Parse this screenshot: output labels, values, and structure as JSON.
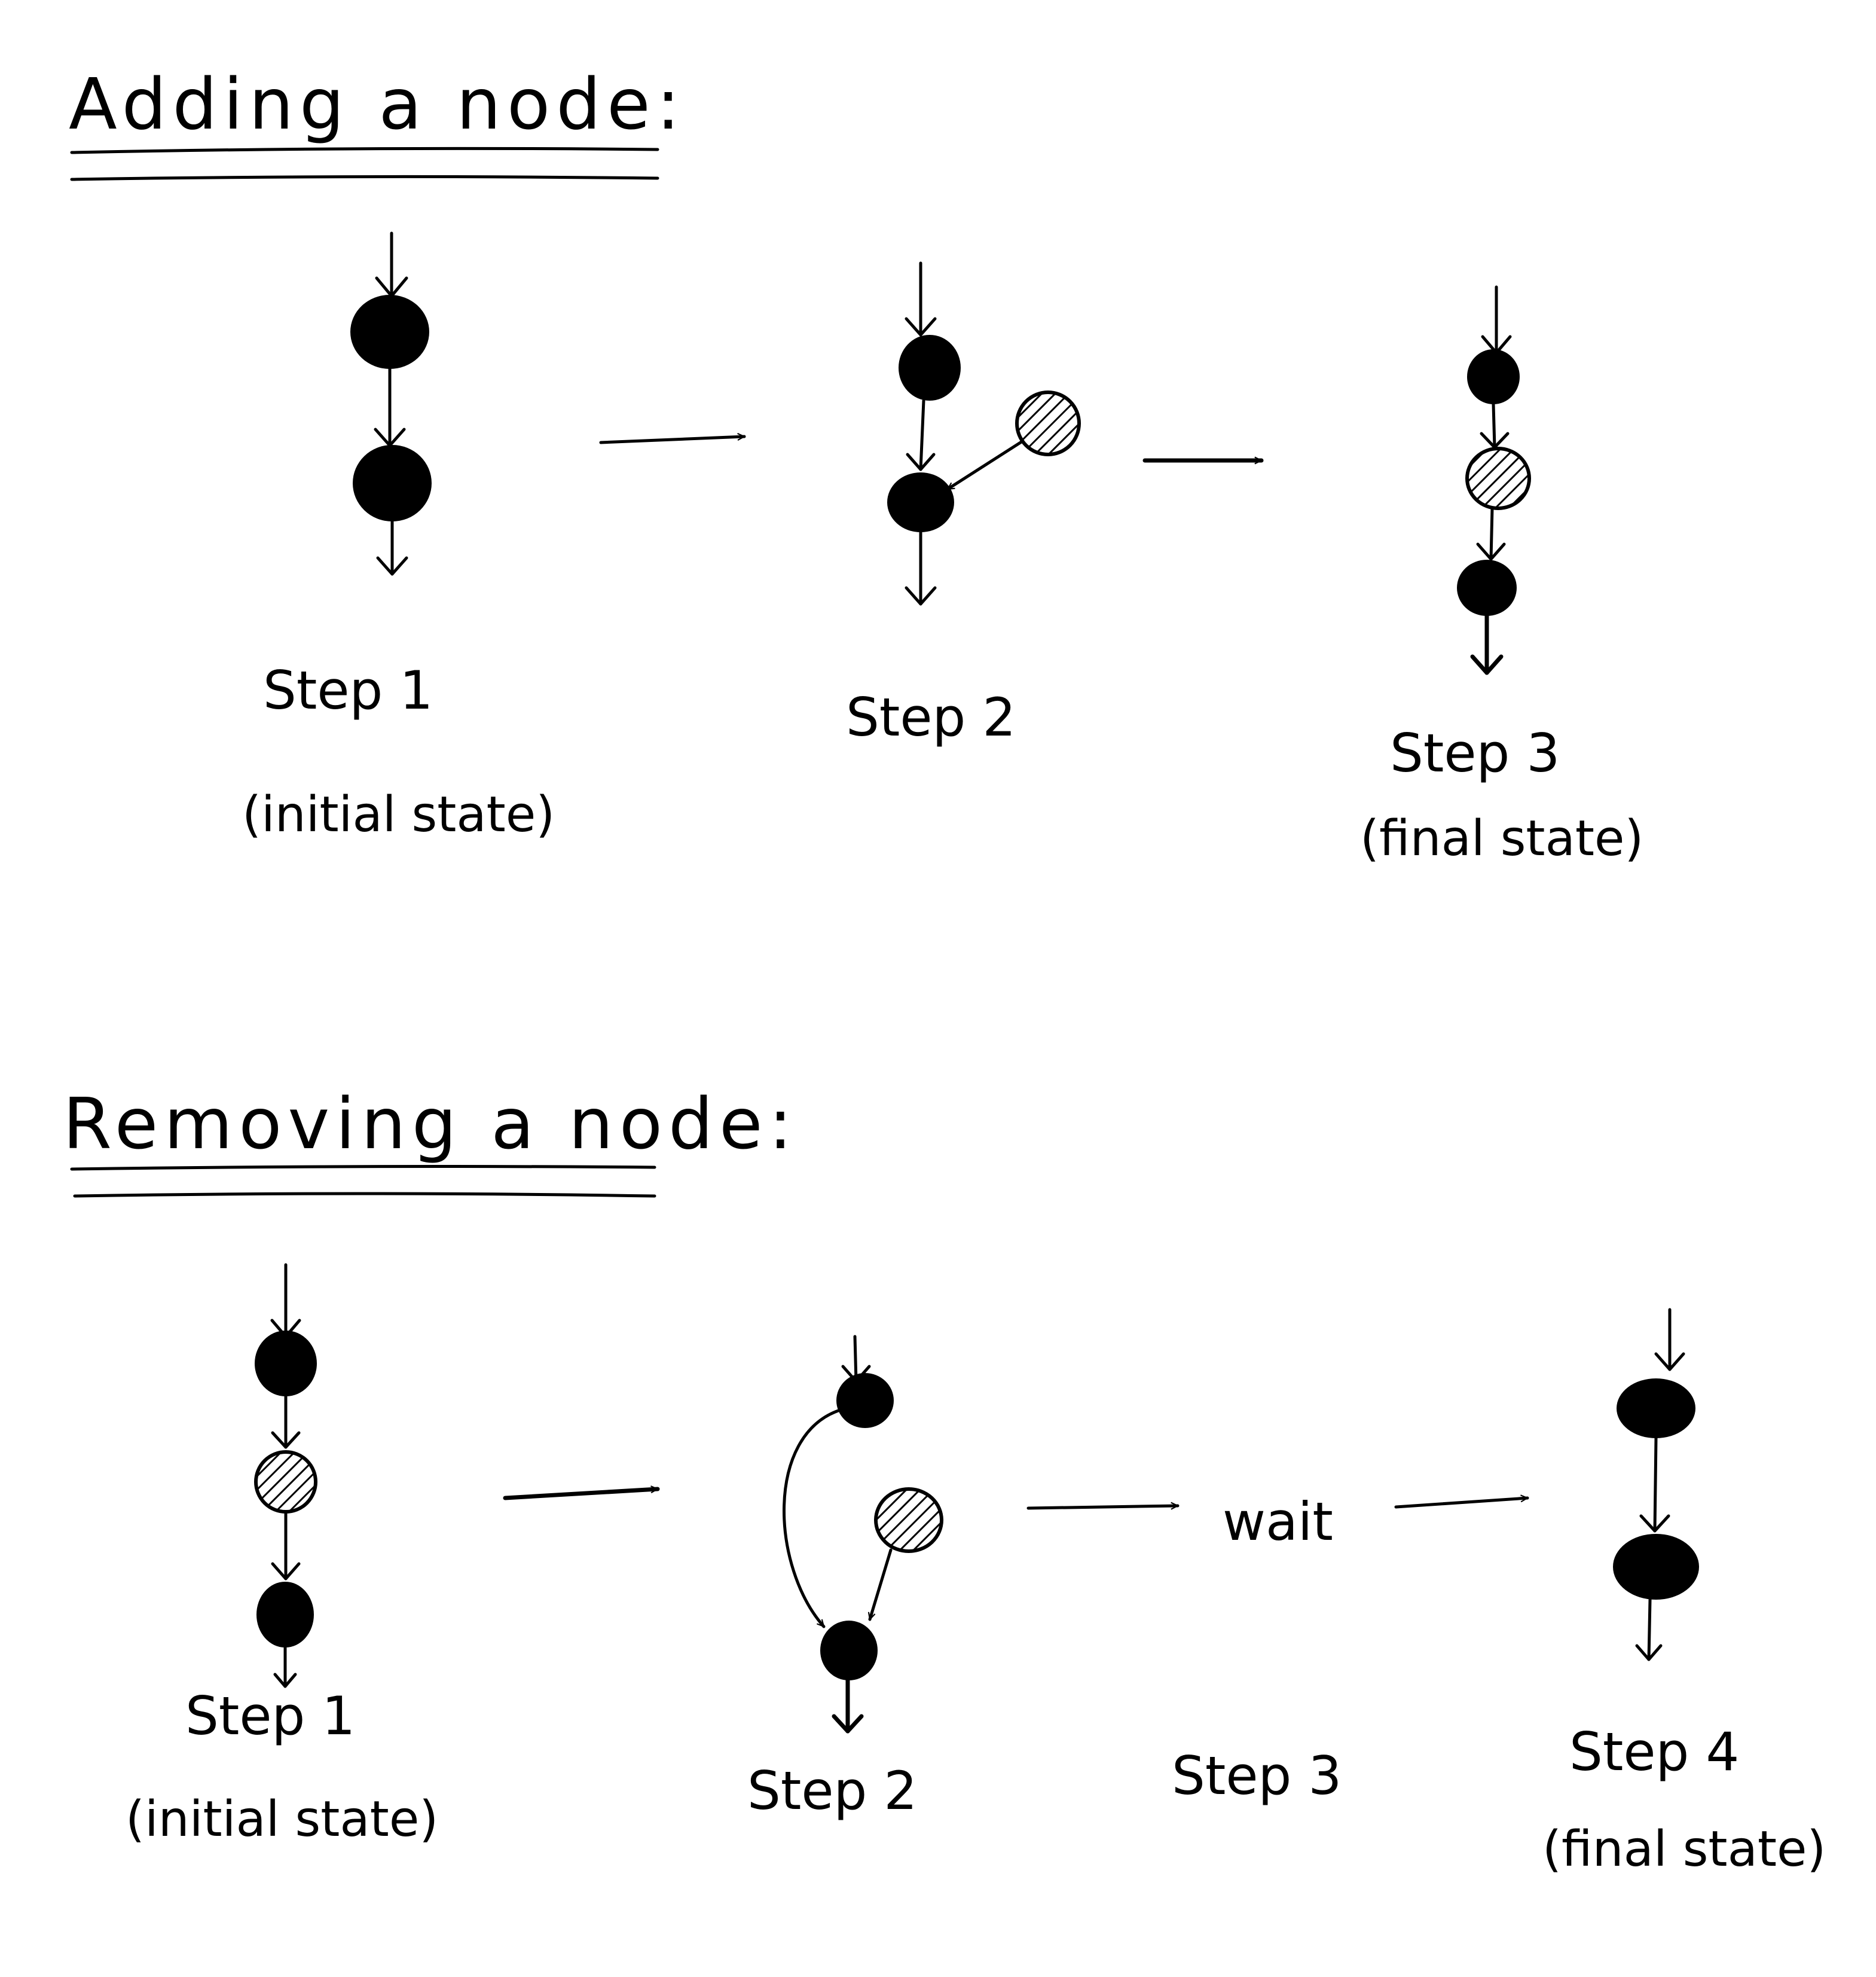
{
  "colors": {
    "ink": "#000000",
    "paper": "#ffffff"
  },
  "sections": {
    "adding": {
      "title": "Adding a node:",
      "steps": [
        {
          "label": "Step 1",
          "note": "(initial state)"
        },
        {
          "label": "Step 2",
          "note": ""
        },
        {
          "label": "Step 3",
          "note": "(final state)"
        }
      ]
    },
    "removing": {
      "title": "Removing a node:",
      "wait": "wait",
      "steps": [
        {
          "label": "Step 1",
          "note": "(initial state)"
        },
        {
          "label": "Step 2",
          "note": ""
        },
        {
          "label": "Step 3",
          "note": ""
        },
        {
          "label": "Step 4",
          "note": "(final state)"
        }
      ]
    }
  }
}
